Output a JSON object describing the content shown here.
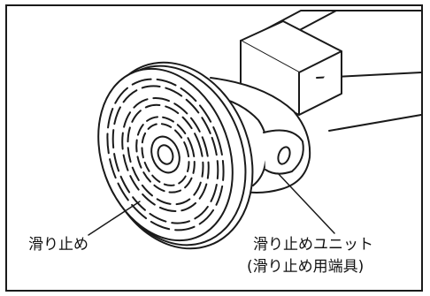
{
  "figure": {
    "callout_pad": "滑り止め",
    "callout_unit_line1": "滑り止めユニット",
    "callout_unit_line2": "(滑り止め用端具)"
  },
  "colors": {
    "line": "#1a1a1a",
    "fill": "#ffffff",
    "frame": "#1a1a1a"
  }
}
